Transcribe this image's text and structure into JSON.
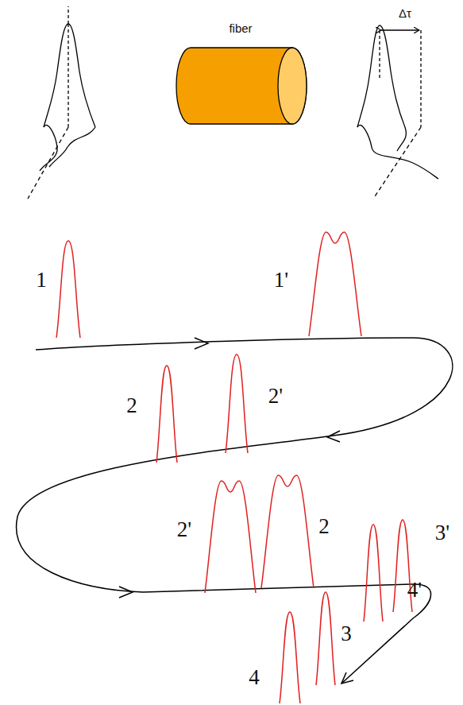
{
  "diagram": {
    "nodes": [
      {
        "text": [
          "fiber"
        ]
      }
    ],
    "labels": [
      "Δτ",
      "1",
      "1'",
      "2",
      "2'",
      "2'",
      "2",
      "3'",
      "3",
      "4'",
      "4"
    ]
  }
}
